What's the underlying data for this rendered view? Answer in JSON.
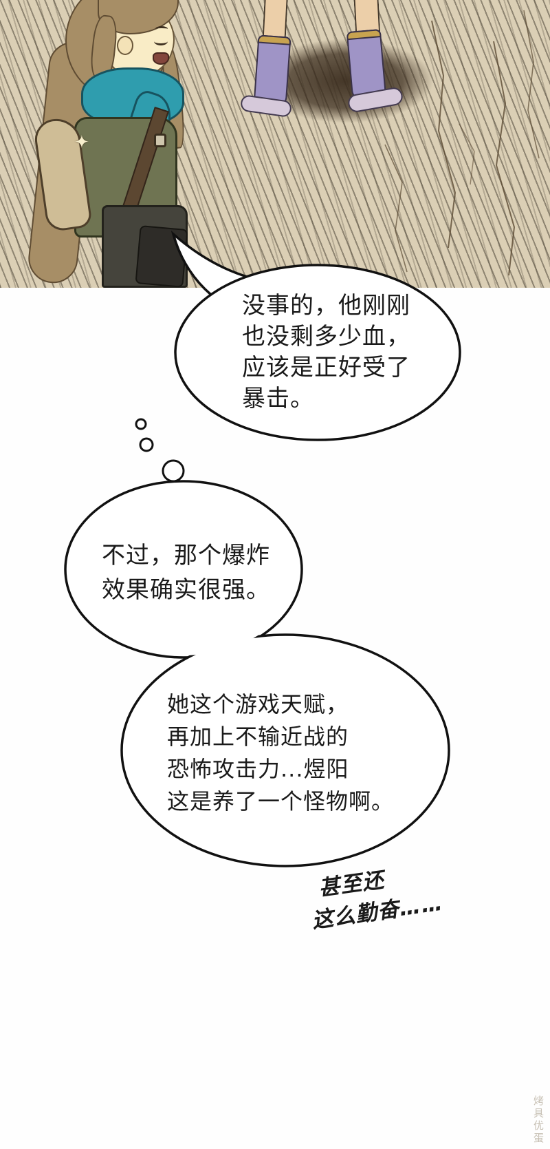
{
  "panel": {
    "background": "#dbcfb5",
    "shadow_color": "#3a2c1c",
    "scarf_color": "#2f9dae",
    "vest_color": "#6f7452",
    "hair_color": "#a78e66",
    "boot_color": "#9f94c6",
    "sparkle_glyph": "✦"
  },
  "speech_bubble": {
    "lines": [
      "没事的，他刚刚",
      "也没剩多少血，",
      "应该是正好受了",
      "暴击。"
    ]
  },
  "thought_bubble_1": {
    "lines": [
      "不过，那个爆炸",
      "效果确实很强。"
    ]
  },
  "thought_bubble_2": {
    "lines": [
      "她这个游戏天赋，",
      "再加上不输近战的",
      "恐怖攻击力...煜阳",
      "这是养了一个怪物啊。"
    ]
  },
  "handwritten_note": {
    "lines": [
      "甚至还",
      "这么勤奋……"
    ]
  },
  "watermark": "烤具优蛋"
}
